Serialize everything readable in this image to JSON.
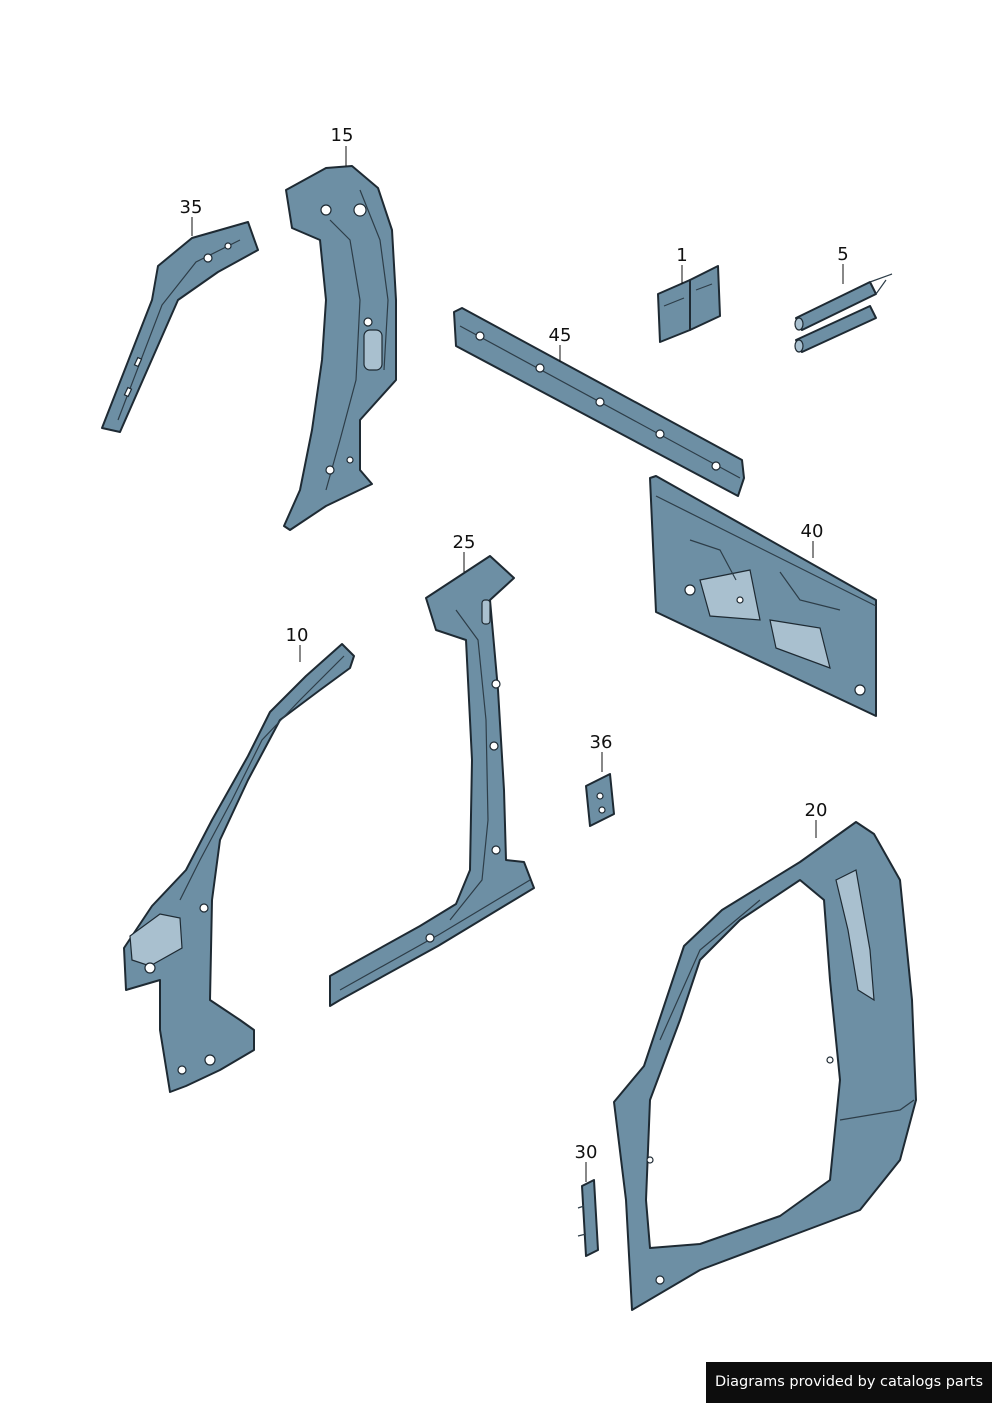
{
  "diagram": {
    "callouts": [
      "15",
      "35",
      "1",
      "5",
      "45",
      "40",
      "25",
      "10",
      "36",
      "20",
      "30"
    ],
    "part_color": "#6d8fa4",
    "outline_color": "#1e2a33"
  },
  "watermark": {
    "text": "Diagrams provided by catalogs parts"
  }
}
